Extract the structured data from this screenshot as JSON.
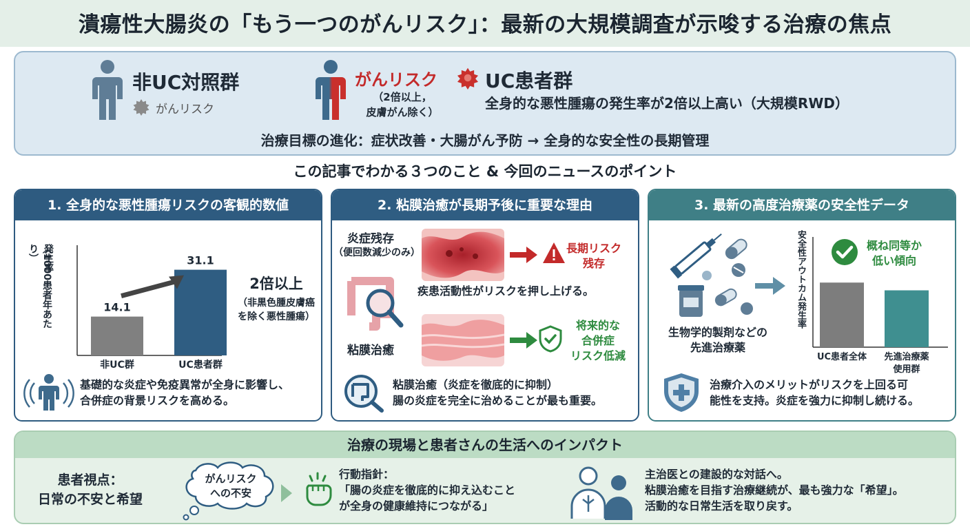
{
  "title": "潰瘍性大腸炎の「もう一つのがんリスク」：最新の大規模調査が示唆する治療の焦点",
  "hero": {
    "control_label": "非UC対照群",
    "control_risk": "がんリスク",
    "risk_label": "がんリスク",
    "risk_note_1": "（2倍以上，",
    "risk_note_2": "皮膚がん除く）",
    "uc_label": "UC患者群",
    "uc_desc": "全身的な悪性腫瘍の発生率が2倍以上高い（大規模RWD）",
    "goal": "治療目標の進化：症状改善・大腸がん予防 → 全身的な安全性の長期管理"
  },
  "section_heading": "この記事でわかる３つのこと & 今回のニュースのポイント",
  "cards": {
    "c1": {
      "title": "1. 全身的な悪性腫瘍リスクの客観的数値",
      "ylabel_1": "発生率",
      "ylabel_2": "（1000患者年あたり）",
      "ratio": "2倍以上",
      "ratio_note_1": "（非黒色腫皮膚癌",
      "ratio_note_2": "を除く悪性腫瘍）",
      "text_1": "基礎的な炎症や免疫異常が全身に影響し、",
      "text_2": "合併症の背景リスクを高める。"
    },
    "c2": {
      "title": "2. 粘膜治癒が長期予後に重要な理由",
      "inflam_label": "炎症残存",
      "inflam_sub": "（便回数減少のみ）",
      "risk_1": "長期リスク",
      "risk_2": "残存",
      "activity": "疾患活動性がリスクを押し上げる。",
      "healing_label": "粘膜治癒",
      "benefit_1": "将来的な",
      "benefit_2": "合併症",
      "benefit_3": "リスク低減",
      "text_1": "粘膜治癒（炎症を徹底的に抑制）",
      "text_2": "腸の炎症を完全に治めることが最も重要。"
    },
    "c3": {
      "title": "3. 最新の高度治療薬の安全性データ",
      "drugs_1": "生物学的製剤などの",
      "drugs_2": "先進治療薬",
      "ylabel": "安全性アウトカム発生率",
      "verdict_1": "概ね同等か",
      "verdict_2": "低い傾向",
      "text_1": "治療介入のメリットがリスクを上回る可",
      "text_2": "能性を支持。炎症を強力に抑制し続ける。"
    }
  },
  "bottom": {
    "title": "治療の現場と患者さんの生活へのインパクト",
    "perspective_1": "患者視点：",
    "perspective_2": "日常の不安と希望",
    "bubble_1": "がんリスク",
    "bubble_2": "への不安",
    "action_1": "行動指針：",
    "action_2": "「腸の炎症を徹底的に抑え込むこと",
    "action_3": "が全身の健康維持につながる」",
    "dialog_1": "主治医との建設的な対話へ。",
    "dialog_2": "粘膜治癒を目指す治療継続が、最も強力な「希望」。",
    "dialog_3": "活動的な日常生活を取り戻す。"
  },
  "chart_data": [
    {
      "type": "bar",
      "categories": [
        "非UC群",
        "UC患者群"
      ],
      "values": [
        14.1,
        31.1
      ],
      "ylabel": "発生率（1000患者年あたり）",
      "ylim": [
        0,
        40
      ],
      "colors": [
        "#808080",
        "#2f5d82"
      ]
    },
    {
      "type": "bar",
      "categories": [
        "UC患者全体",
        "先進治療薬使用群"
      ],
      "values": [
        1.0,
        0.88
      ],
      "ylabel": "安全性アウトカム発生率",
      "ylim": [
        0,
        1.6
      ],
      "colors": [
        "#7d7d7d",
        "#3f8f90"
      ]
    }
  ],
  "colors": {
    "card1": "#2e5b80",
    "card2": "#2f5d82",
    "card3": "#3f7f86",
    "risk_red": "#c32a2a",
    "safe_green": "#2e8b3f"
  }
}
